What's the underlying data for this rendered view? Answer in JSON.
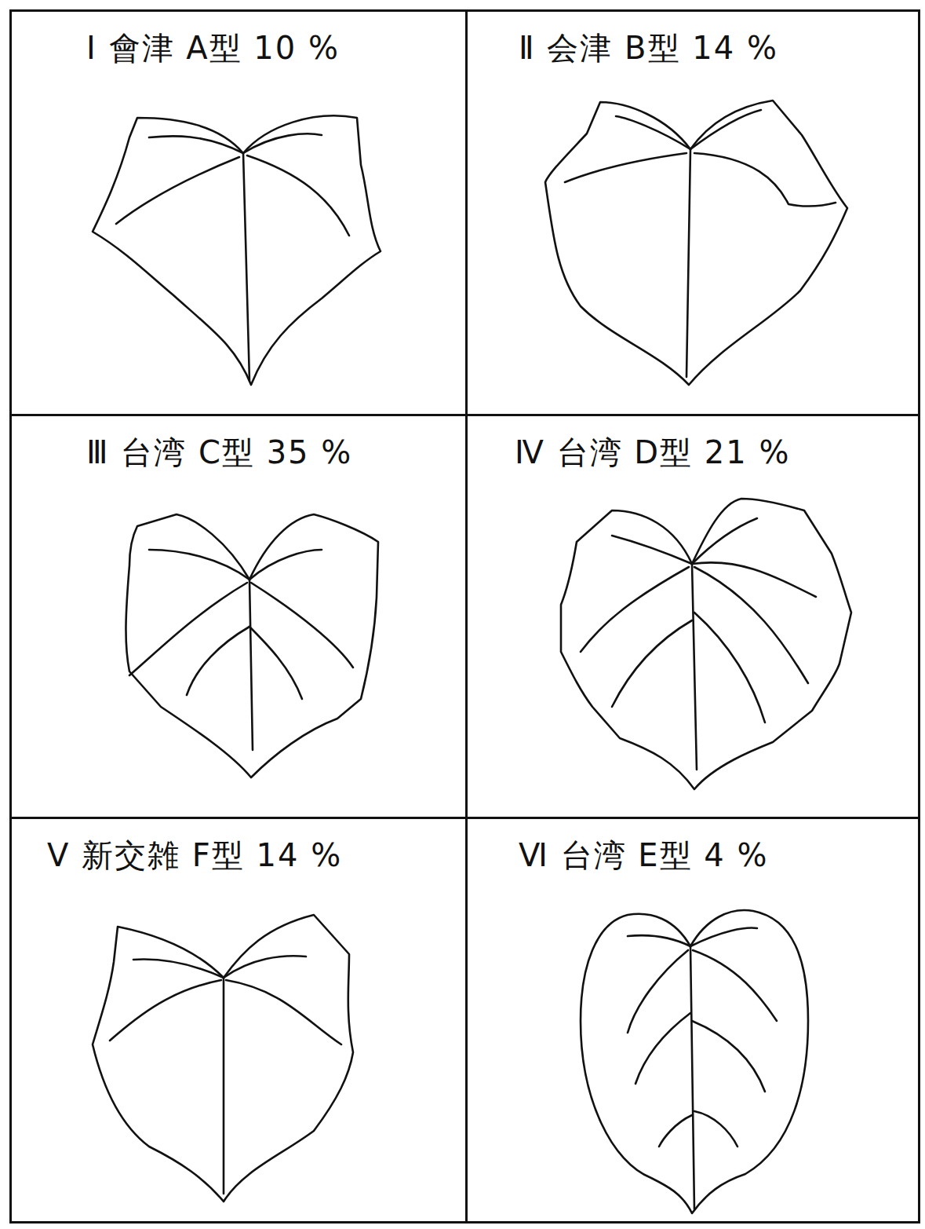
{
  "diagram": {
    "nodes": [
      {
        "text": [
          "Ⅰ 會津 A型 10 %"
        ]
      },
      {
        "text": [
          "Ⅱ 会津 B型 14 %"
        ]
      },
      {
        "text": [
          "Ⅲ 台湾 C型 35 %"
        ]
      },
      {
        "text": [
          "Ⅳ 台湾 D型 21 %"
        ]
      },
      {
        "text": [
          "Ⅴ 新交雑 F型 14 %"
        ]
      },
      {
        "text": [
          "Ⅵ 台湾 E型 4 %"
        ]
      }
    ]
  }
}
